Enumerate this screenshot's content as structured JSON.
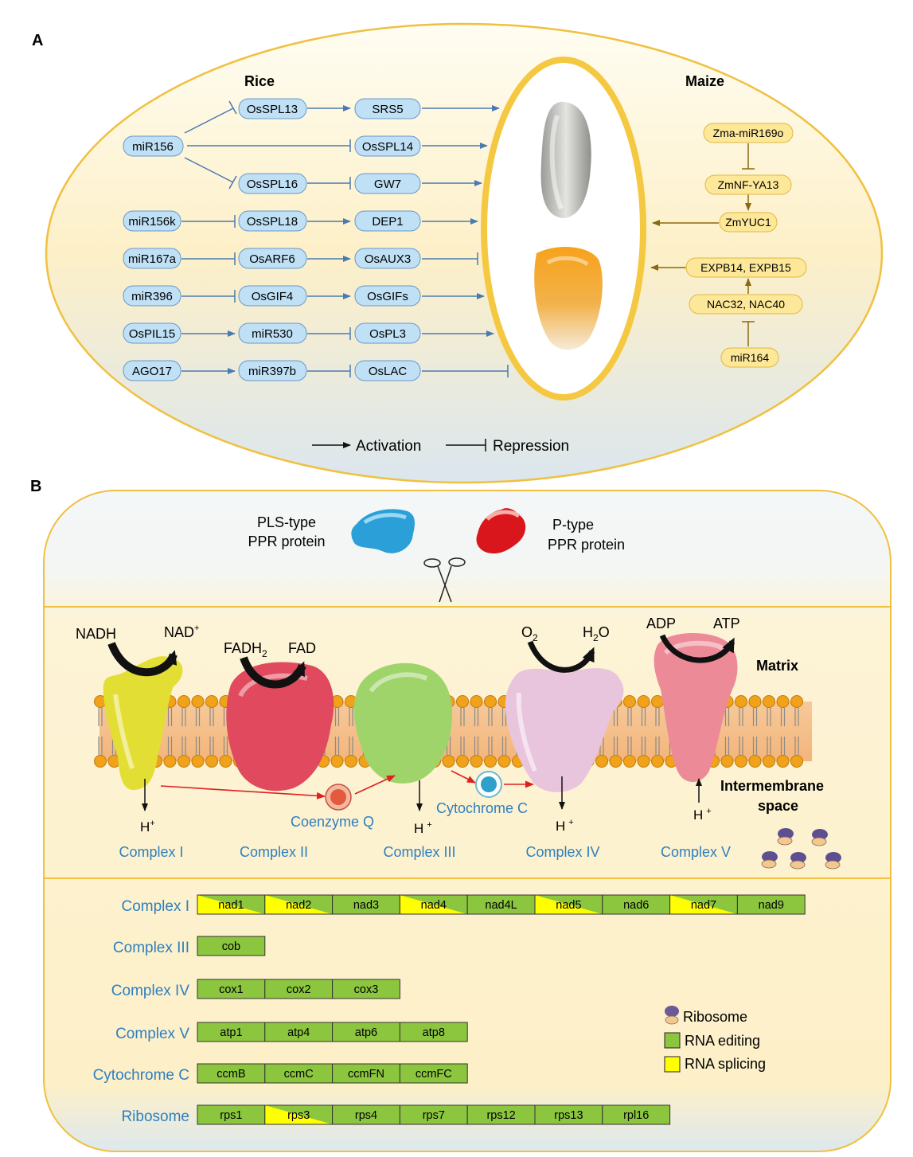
{
  "panel_a": {
    "label": "A",
    "rice_title": "Rice",
    "maize_title": "Maize",
    "nodes": {
      "mir156": "miR156",
      "osspl13": "OsSPL13",
      "srs5": "SRS5",
      "osspl14": "OsSPL14",
      "osspl16": "OsSPL16",
      "gw7": "GW7",
      "mir156k": "miR156k",
      "osspl18": "OsSPL18",
      "dep1": "DEP1",
      "mir167a": "miR167a",
      "osarf6": "OsARF6",
      "osaux3": "OsAUX3",
      "mir396": "miR396",
      "osgif4": "OsGIF4",
      "osgifs": "OsGIFs",
      "ospil15": "OsPIL15",
      "mir530": "miR530",
      "ospl3": "OsPL3",
      "ago17": "AGO17",
      "mir397b": "miR397b",
      "oslac": "OsLAC",
      "zma_mir169o": "Zma-miR169o",
      "zmnf_ya13": "ZmNF-YA13",
      "zmyuc1": "ZmYUC1",
      "expb": "EXPB14, EXPB15",
      "nac": "NAC32, NAC40",
      "mir164": "miR164"
    },
    "legend": {
      "activation": "Activation",
      "repression": "Repression"
    },
    "colors": {
      "rice_node": "#bfe0f5",
      "rice_edge": "#4a7ab0",
      "maize_node": "#fde89a",
      "maize_edge": "#8a6a10",
      "ellipse_fill": "#fdf0c8",
      "ellipse_stroke": "#f0c040"
    }
  },
  "panel_b": {
    "label": "B",
    "pls_type": [
      "PLS-type",
      "PPR protein"
    ],
    "p_type": [
      "P-type",
      "PPR protein"
    ],
    "membrane": {
      "nadh": "NADH",
      "nad_plus": "NAD",
      "fadh2": "FADH",
      "fadh2_sub": "2",
      "fad": "FAD",
      "o2": "O",
      "o2_sub": "2",
      "h2o_h": "H",
      "h2o_sub": "2",
      "h2o_o": "O",
      "adp": "ADP",
      "atp": "ATP",
      "matrix": "Matrix",
      "intermembrane": [
        "Intermembrane",
        "space"
      ],
      "h_plus": "H",
      "coenzyme_q": "Coenzyme Q",
      "cytochrome_c": "Cytochrome C",
      "complexes": [
        "Complex I",
        "Complex II",
        "Complex III",
        "Complex IV",
        "Complex V"
      ]
    },
    "gene_rows": [
      {
        "label": "Complex I",
        "genes": [
          {
            "name": "nad1",
            "type": "split"
          },
          {
            "name": "nad2",
            "type": "split"
          },
          {
            "name": "nad3",
            "type": "edit"
          },
          {
            "name": "nad4",
            "type": "split"
          },
          {
            "name": "nad4L",
            "type": "edit"
          },
          {
            "name": "nad5",
            "type": "split"
          },
          {
            "name": "nad6",
            "type": "edit"
          },
          {
            "name": "nad7",
            "type": "split"
          },
          {
            "name": "nad9",
            "type": "edit"
          }
        ]
      },
      {
        "label": "Complex III",
        "genes": [
          {
            "name": "cob",
            "type": "edit"
          }
        ]
      },
      {
        "label": "Complex IV",
        "genes": [
          {
            "name": "cox1",
            "type": "edit"
          },
          {
            "name": "cox2",
            "type": "edit"
          },
          {
            "name": "cox3",
            "type": "edit"
          }
        ]
      },
      {
        "label": "Complex V",
        "genes": [
          {
            "name": "atp1",
            "type": "edit"
          },
          {
            "name": "atp4",
            "type": "edit"
          },
          {
            "name": "atp6",
            "type": "edit"
          },
          {
            "name": "atp8",
            "type": "edit"
          }
        ]
      },
      {
        "label": "Cytochrome C",
        "genes": [
          {
            "name": "ccmB",
            "type": "edit"
          },
          {
            "name": "ccmC",
            "type": "edit"
          },
          {
            "name": "ccmFN",
            "type": "edit"
          },
          {
            "name": "ccmFC",
            "type": "edit"
          }
        ]
      },
      {
        "label": "Ribosome",
        "genes": [
          {
            "name": "rps1",
            "type": "edit"
          },
          {
            "name": "rps3",
            "type": "split"
          },
          {
            "name": "rps4",
            "type": "edit"
          },
          {
            "name": "rps7",
            "type": "edit"
          },
          {
            "name": "rps12",
            "type": "edit"
          },
          {
            "name": "rps13",
            "type": "edit"
          },
          {
            "name": "rpl16",
            "type": "edit"
          }
        ]
      }
    ],
    "legend": {
      "ribosome": "Ribosome",
      "rna_editing": "RNA editing",
      "rna_splicing": "RNA splicing"
    },
    "colors": {
      "editing": "#8cc63f",
      "splicing": "#ffff00",
      "complex_label": "#2e7fc0",
      "panel_fill": "#fdf0c8",
      "panel_stroke": "#f0c040"
    }
  }
}
